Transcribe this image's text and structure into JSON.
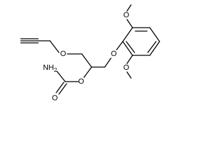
{
  "molecule": {
    "atom_labels": {
      "ether_o_left": "O",
      "ether_o_right": "O",
      "carbamate_o": "O",
      "carbonyl_o": "O",
      "amine": "NH2",
      "amine_text": "NH",
      "amine_subscript": "2",
      "methoxy_o_top": "O",
      "methoxy_o_bottom": "O"
    }
  }
}
